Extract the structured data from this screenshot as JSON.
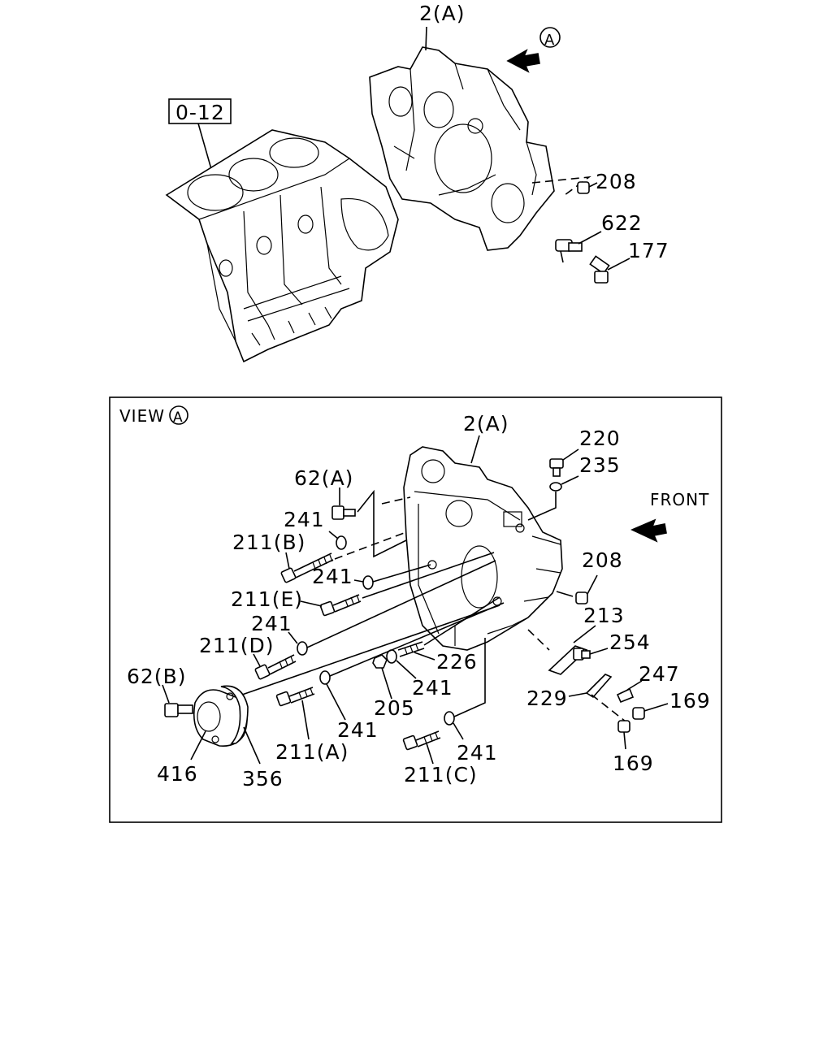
{
  "labels": {
    "ref_block": "0-12",
    "top_housing": "2(A)",
    "view_marker": "A",
    "top_208": "208",
    "top_622": "622",
    "top_177": "177",
    "view_title": "VIEW",
    "view_housing": "2(A)",
    "l220": "220",
    "l235": "235",
    "front": "FRONT",
    "l62a": "62(A)",
    "l241_a": "241",
    "l211b": "211(B)",
    "l241_b": "241",
    "l211e": "211(E)",
    "l208": "208",
    "l241_c": "241",
    "l213": "213",
    "l211d": "211(D)",
    "l254": "254",
    "l226": "226",
    "l247": "247",
    "l62b": "62(B)",
    "l241_d": "241",
    "l229": "229",
    "l169_a": "169",
    "l205": "205",
    "l241_e": "241",
    "l211a": "211(A)",
    "l241_f": "241",
    "l416": "416",
    "l356": "356",
    "l211c": "211(C)",
    "l169_b": "169"
  },
  "icons": {
    "view_arrow": "arrow-icon",
    "front_arrow": "arrow-icon"
  }
}
